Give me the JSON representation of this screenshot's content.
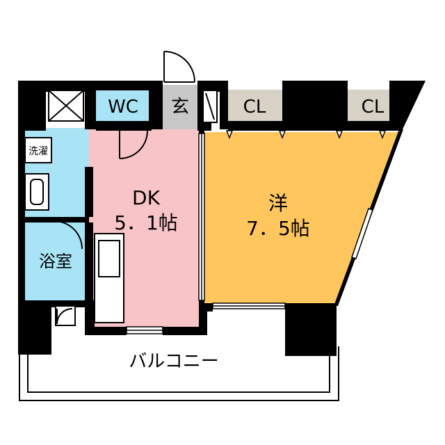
{
  "rooms": {
    "wc": "WC",
    "entrance": "玄",
    "closet_left": "CL",
    "closet_right": "CL",
    "laundry": "洗濯",
    "bath": "浴室",
    "dk_name": "DK",
    "dk_size": "5．1帖",
    "western_name": "洋",
    "western_size": "7．5帖",
    "balcony": "バルコニー"
  },
  "colors": {
    "wall": "#000000",
    "dk_floor": "#f8c4c8",
    "western_floor": "#fec65c",
    "wet_area": "#a8e4f5",
    "closet": "#d8d2c6",
    "entrance_floor": "#c8c8c8"
  }
}
